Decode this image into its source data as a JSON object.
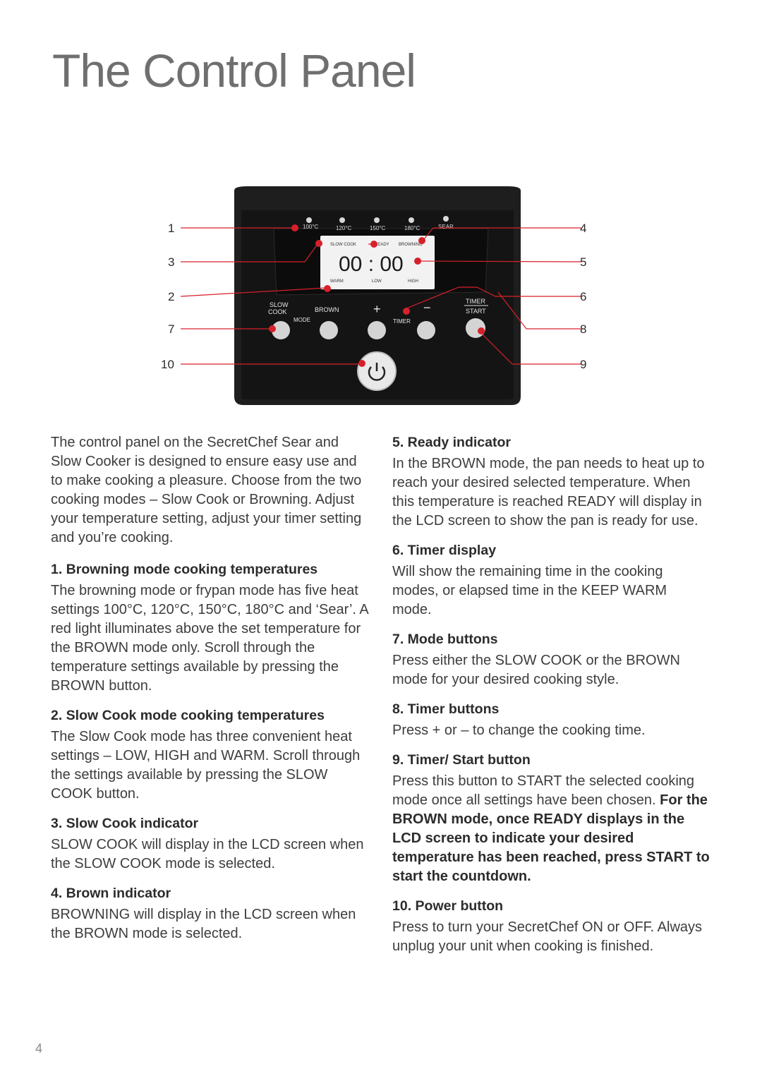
{
  "page": {
    "title": "The Control Panel",
    "page_number": "4"
  },
  "panel": {
    "temps": [
      "100°C",
      "120°C",
      "150°C",
      "180°C",
      "SEAR"
    ],
    "lcd_top": [
      "SLOW COOK",
      "READY",
      "BROWNING"
    ],
    "lcd_time": "00 : 00",
    "lcd_bottom": [
      "WARM",
      "LOW",
      "HIGH"
    ],
    "btn_slow_cook_line1": "SLOW",
    "btn_slow_cook_line2": "COOK",
    "btn_mode": "MODE",
    "btn_brown": "BROWN",
    "btn_plus": "+",
    "btn_minus": "−",
    "btn_timer": "TIMER",
    "btn_timer_start_line1": "TIMER",
    "btn_timer_start_line2": "START",
    "callouts_left": [
      "1",
      "3",
      "2",
      "7",
      "10"
    ],
    "callouts_right": [
      "4",
      "5",
      "6",
      "8",
      "9"
    ],
    "accent_red": "#d7202a"
  },
  "intro": "The control panel on the SecretChef Sear and Slow Cooker is designed to ensure easy use and to make cooking a pleasure. Choose from the two cooking modes – Slow Cook or Browning. Adjust your temperature setting, adjust your timer setting and you’re cooking.",
  "sections": [
    {
      "heading": "1. Browning mode cooking temperatures",
      "body": "The browning mode or frypan mode has five heat settings 100°C, 120°C, 150°C, 180°C and ‘Sear’. A red light illuminates above the set temperature for the BROWN mode only. Scroll through the temperature settings available by pressing the BROWN button."
    },
    {
      "heading": "2. Slow Cook mode cooking temperatures",
      "body": "The Slow Cook mode has three convenient heat settings – LOW, HIGH and WARM. Scroll through the settings available by pressing the SLOW COOK button."
    },
    {
      "heading": "3. Slow Cook indicator",
      "body": "SLOW COOK will display in the LCD screen when the SLOW COOK mode is selected."
    },
    {
      "heading": "4. Brown indicator",
      "body": "BROWNING will display in the LCD screen when the BROWN mode is selected."
    },
    {
      "heading": "5. Ready indicator",
      "body": "In the BROWN mode, the pan needs to heat up to reach your desired selected temperature. When this temperature is reached READY will display in the LCD screen to show the pan is ready for use."
    },
    {
      "heading": "6. Timer display",
      "body": "Will show the remaining time in the cooking modes, or elapsed time in the KEEP WARM mode."
    },
    {
      "heading": "7. Mode buttons",
      "body": "Press either the SLOW COOK or the BROWN mode for your desired cooking style."
    },
    {
      "heading": "8. Timer buttons",
      "body": "Press + or – to change the cooking time."
    },
    {
      "heading": "9. Timer/ Start button",
      "body": "Press this button to START the selected cooking mode once all settings have been chosen.",
      "body_bold": "For the BROWN mode, once READY displays in the LCD screen to indicate your desired temperature has been reached, press START to start the countdown."
    },
    {
      "heading": "10. Power button",
      "body": "Press to turn your SecretChef ON or OFF. Always unplug your unit when cooking is finished."
    }
  ]
}
